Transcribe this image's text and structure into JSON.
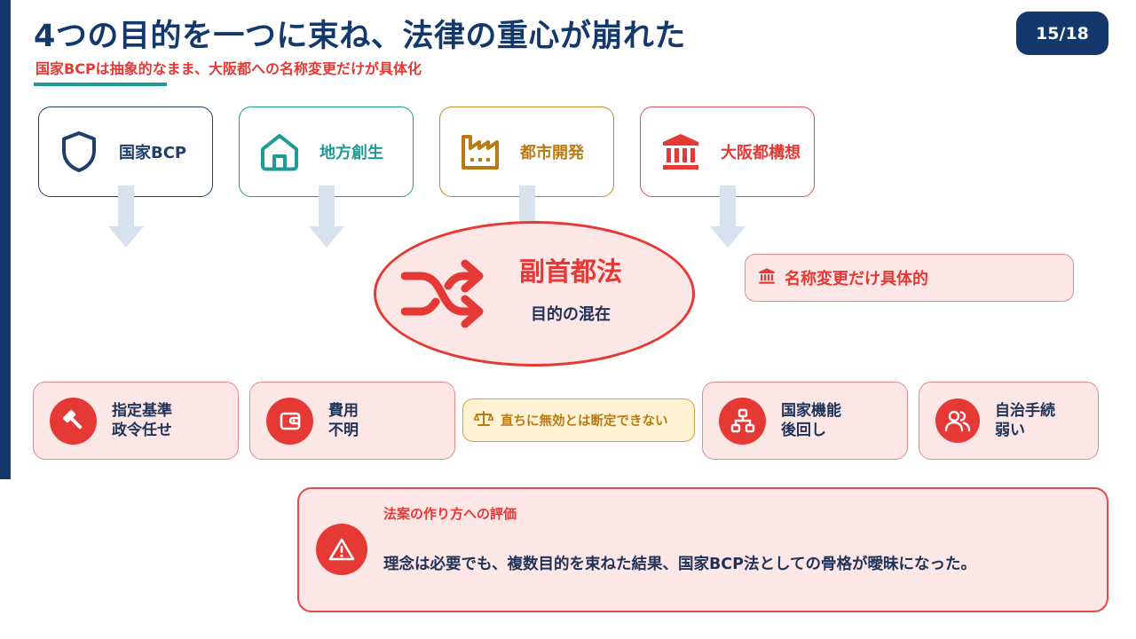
{
  "header": {
    "title": "4つの目的を一つに束ね、法律の重心が崩れた",
    "subtitle": "国家BCPは抽象的なまま、大阪都への名称変更だけが具体化",
    "page": "15/18"
  },
  "categories": [
    {
      "label": "国家BCP",
      "icon": "shield-icon",
      "color": "#1f3e6e"
    },
    {
      "label": "地方創生",
      "icon": "home-icon",
      "color": "#1f9a95"
    },
    {
      "label": "都市開発",
      "icon": "factory-icon",
      "color": "#b97a12"
    },
    {
      "label": "大阪都構想",
      "icon": "landmark-icon",
      "color": "#e53935"
    }
  ],
  "center": {
    "title": "副首都法",
    "subtitle": "目的の混在",
    "icon": "shuffle-icon"
  },
  "rename_note": {
    "label": "名称変更だけ具体的",
    "icon": "landmark-icon"
  },
  "issues": [
    {
      "line1": "指定基準",
      "line2": "政令任せ",
      "icon": "gavel-icon"
    },
    {
      "line1": "費用",
      "line2": "不明",
      "icon": "wallet-icon"
    },
    {
      "line1": "国家機能",
      "line2": "後回し",
      "icon": "sitemap-icon"
    },
    {
      "line1": "自治手続",
      "line2": "弱い",
      "icon": "users-icon"
    }
  ],
  "caveat": {
    "label": "直ちに無効とは断定できない",
    "icon": "scale-icon"
  },
  "evaluation": {
    "heading": "法案の作り方への評価",
    "body": "理念は必要でも、複数目的を束ねた結果、国家BCP法としての骨格が曖昧になった。",
    "icon": "warning-icon"
  },
  "colors": {
    "navy": "#13386b",
    "teal": "#1f9a95",
    "gold": "#b97a12",
    "red": "#e53935",
    "pink_fill": "#fde6e6",
    "cream_fill": "#fff2d2",
    "arrow": "#d6e2ee"
  }
}
